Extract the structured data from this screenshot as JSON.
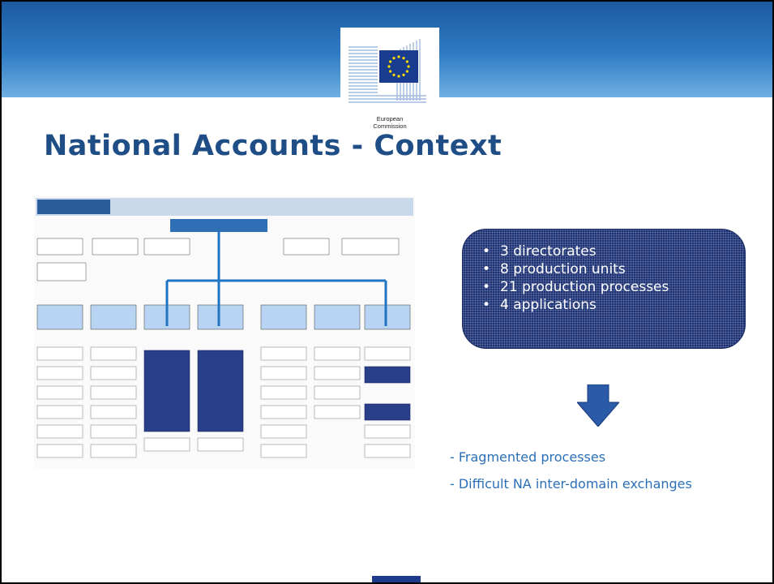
{
  "logo": {
    "line1": "European",
    "line2": "Commission"
  },
  "title": "National Accounts - Context",
  "summary": {
    "items": [
      "3 directorates",
      "8 production units",
      "21 production processes",
      "4 applications"
    ]
  },
  "consequences": [
    "- Fragmented processes",
    "- Difficult NA inter-domain exchanges"
  ],
  "colors": {
    "title": "#1f4e87",
    "header_band": "#2f7cc4",
    "box_fill": "#1e3276",
    "consequence_text": "#2b6fb8",
    "connector_lines": "#1f74c4"
  }
}
